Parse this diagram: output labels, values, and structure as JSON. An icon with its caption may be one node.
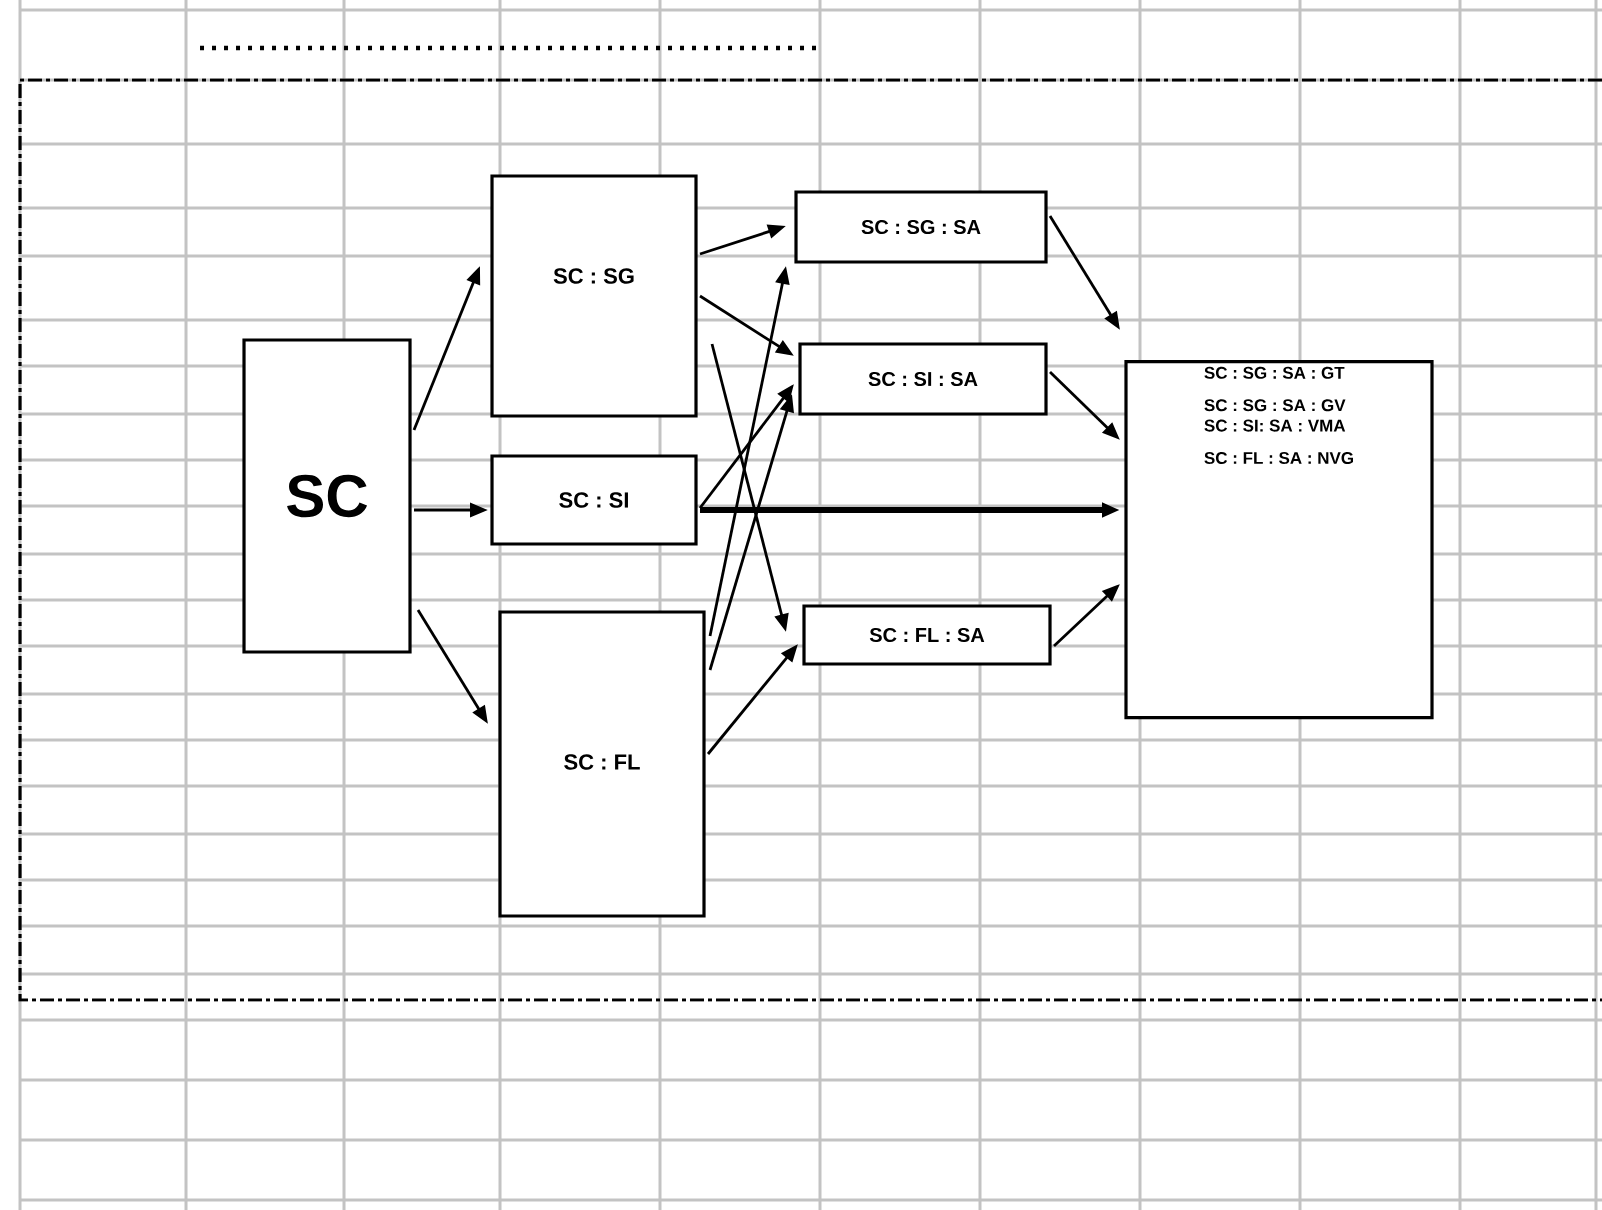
{
  "diagram": {
    "nodes": [
      {
        "text": [
          "SC"
        ]
      },
      {
        "text": [
          "SC : SG"
        ]
      },
      {
        "text": [
          "SC : SI"
        ]
      },
      {
        "text": [
          "SC : FL"
        ]
      },
      {
        "text": [
          "SC : SG : SA"
        ]
      },
      {
        "text": [
          "SC : SI : SA"
        ]
      },
      {
        "text": [
          "SC : FL : SA"
        ]
      },
      {
        "text": [
          "SC : SG : SA : GT",
          "SC : SG : SA : GV",
          "SC : SI: SA : VMA",
          "SC : FL : SA : NVG"
        ]
      }
    ],
    "edges": [
      {
        "from": 0,
        "to": 1,
        "arrow": "to"
      },
      {
        "from": 0,
        "to": 2,
        "arrow": "to"
      },
      {
        "from": 0,
        "to": 3,
        "arrow": "to"
      },
      {
        "from": 1,
        "to": 4,
        "arrow": "to"
      },
      {
        "from": 1,
        "to": 5,
        "arrow": "to"
      },
      {
        "from": 1,
        "to": 6,
        "arrow": "to"
      },
      {
        "from": 2,
        "to": 5,
        "arrow": "to"
      },
      {
        "from": 2,
        "to": 7,
        "arrow": "to",
        "style": "thick"
      },
      {
        "from": 3,
        "to": 4,
        "arrow": "to"
      },
      {
        "from": 3,
        "to": 5,
        "arrow": "to"
      },
      {
        "from": 3,
        "to": 6,
        "arrow": "to"
      },
      {
        "from": 4,
        "to": 7,
        "arrow": "to"
      },
      {
        "from": 5,
        "to": 7,
        "arrow": "to"
      },
      {
        "from": 6,
        "to": 7,
        "arrow": "to"
      }
    ]
  }
}
